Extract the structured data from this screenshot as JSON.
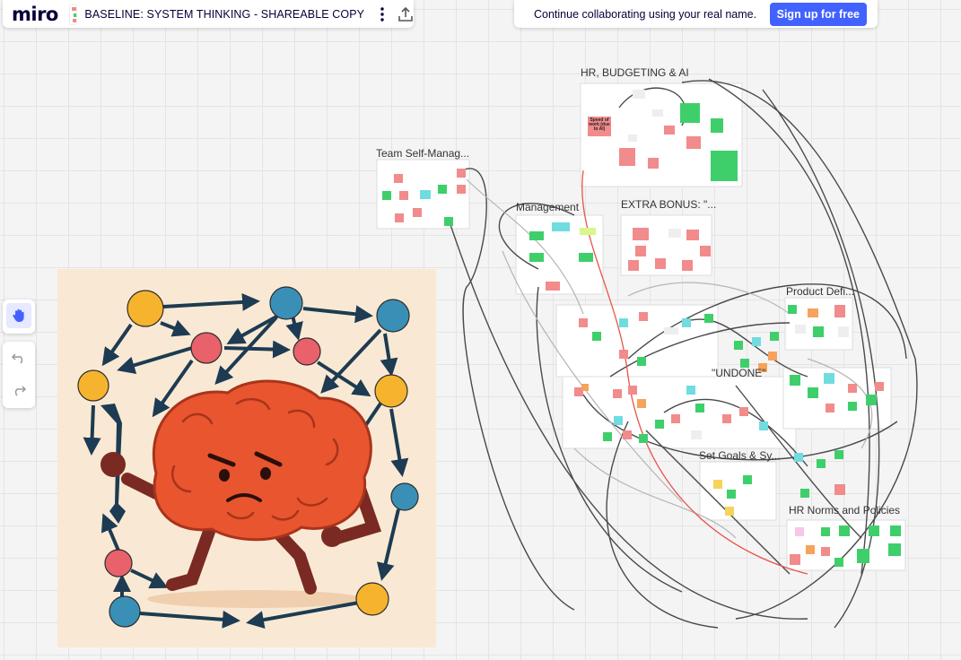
{
  "app": {
    "logo": "miro"
  },
  "topbar": {
    "board_title": "BASELINE: SYSTEM THINKING -  SHAREABLE COPY"
  },
  "collab": {
    "message": "Continue collaborating using your real name.",
    "signup_label": "Sign up for free"
  },
  "frames": [
    {
      "label": "HR, BUDGETING & AI"
    },
    {
      "label": "Team Self-Manag..."
    },
    {
      "label": "Management"
    },
    {
      "label": "EXTRA BONUS: \"..."
    },
    {
      "label": "Product Defi..."
    },
    {
      "label": "\"UNDONE\""
    },
    {
      "label": "Set Goals & Sy..."
    },
    {
      "label": "HR Norms and Policies"
    }
  ],
  "sticky_note": {
    "text": "Speed of work (due to AI)"
  },
  "colors": {
    "brand": "#050038",
    "accent": "#4262ff",
    "canvas": "#f4f4f4",
    "sticky_pink": "#f28b8b",
    "sticky_green": "#3ecf6b",
    "sticky_cyan": "#6fdce0",
    "sticky_orange": "#f6a35b"
  }
}
